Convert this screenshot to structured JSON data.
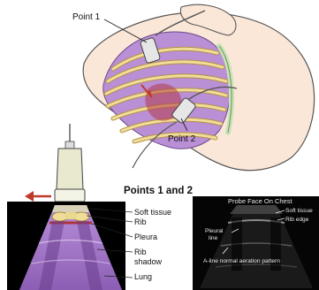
{
  "top_figure": {
    "point1_label": "Point 1",
    "point2_label": "Point 2"
  },
  "bottom_left": {
    "title": "Points 1 and 2",
    "labels": {
      "soft_tissue": "Soft tissue",
      "rib": "Rib",
      "pleura": "Pleura",
      "rib_shadow_line1": "Rib",
      "rib_shadow_line2": "shadow",
      "lung": "Lung"
    }
  },
  "bottom_right": {
    "title": "Probe Face On Chest",
    "labels": {
      "soft_tissue": "Soft tissue",
      "rib_edge": "Rib edge",
      "pleural_line_1": "Pleural",
      "pleural_line_2": "line",
      "a_line_caption": "A-line normal aeration pattern"
    }
  },
  "colors": {
    "skin": "#fbe7d8",
    "lung_purple": "#b98fd6",
    "rib_yellow": "#f0dd9a",
    "cartilage_green": "#c9e3b8",
    "arrow_red": "#c0392b",
    "outline": "#333333"
  }
}
